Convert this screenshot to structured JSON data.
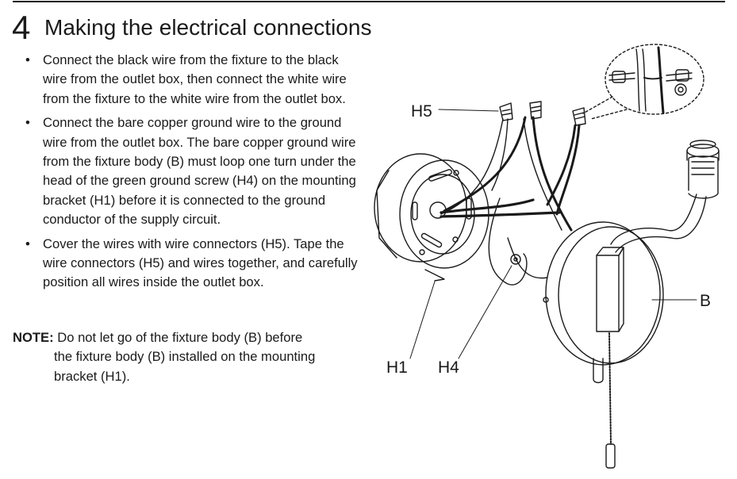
{
  "header": {
    "step_number": "4",
    "title": "Making the electrical connections"
  },
  "bullets": [
    "Connect the black wire from the fixture to the black wire from the outlet box, then connect the white wire from the fixture to the white wire from the outlet box.",
    "Connect the bare copper ground wire to the ground wire from the outlet box. The bare copper ground wire from the fixture body (B) must loop one turn under the head of the green ground screw (H4) on the mounting bracket (H1) before it is connected to the ground conductor of the supply circuit.",
    "Cover the wires with wire connectors (H5). Tape the wire connectors (H5) and wires together, and carefully position all wires inside the outlet box."
  ],
  "bullet_glyph": "•",
  "note": {
    "label": "NOTE:",
    "line1": "Do not let go of the fixture body (B) before",
    "line2": "the fixture body (B) installed on the mounting",
    "line3": "bracket (H1)."
  },
  "callouts": {
    "h5": "H5",
    "h1": "H1",
    "h4": "H4",
    "b": "B"
  }
}
